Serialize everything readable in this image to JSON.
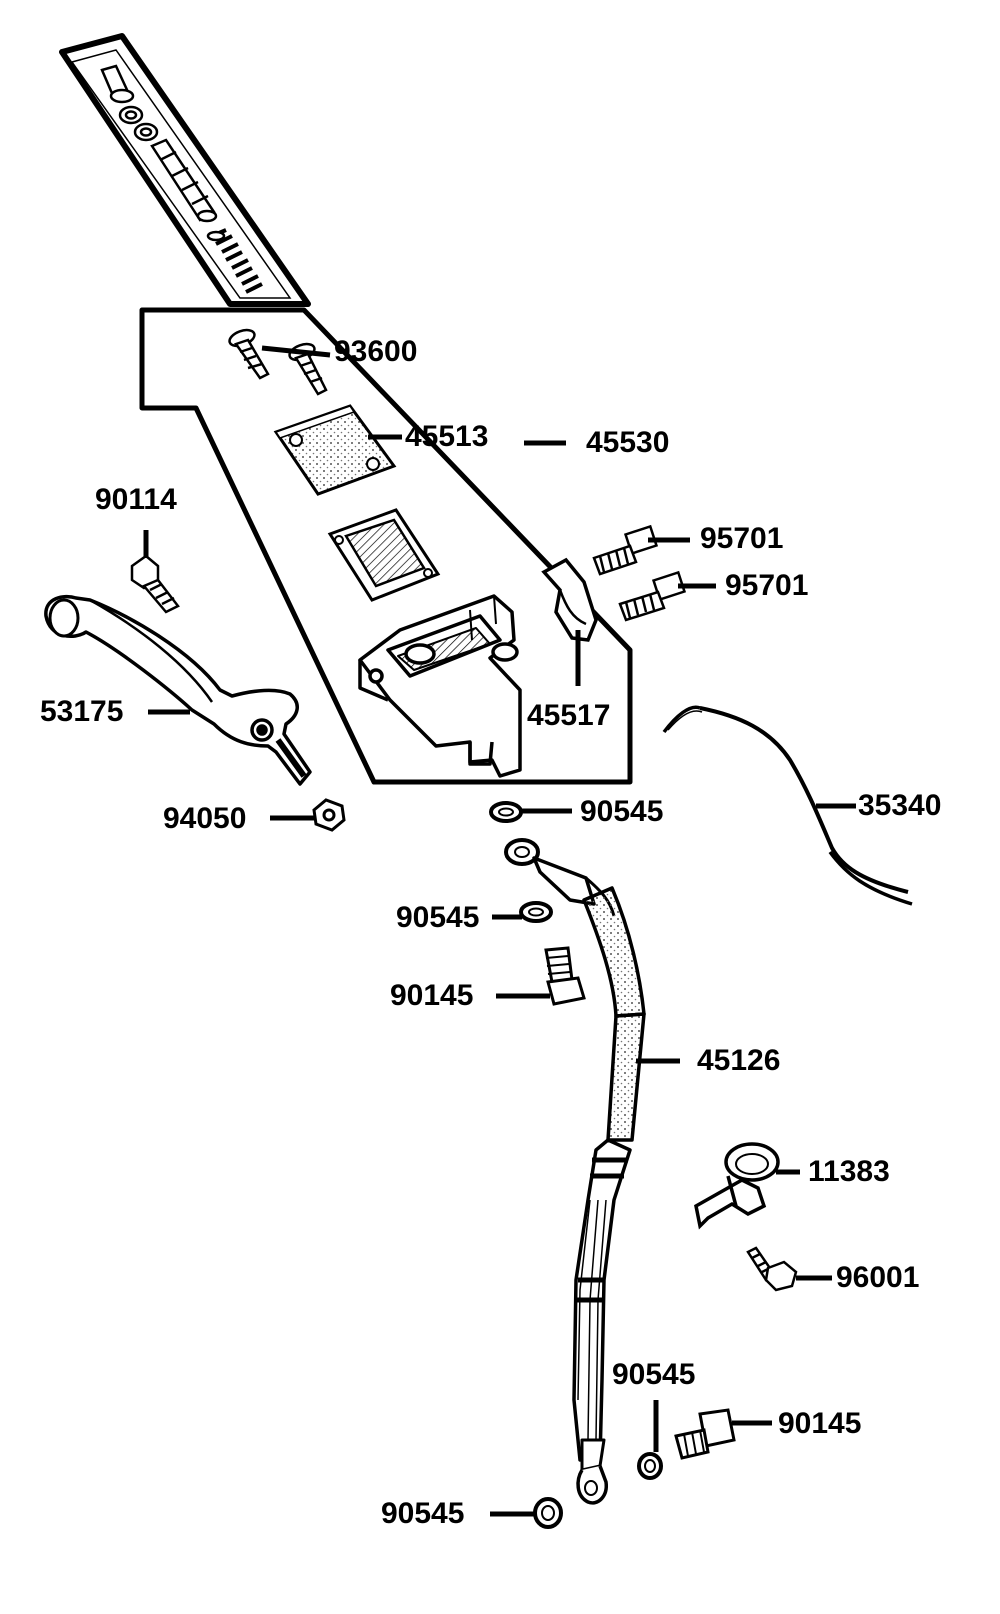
{
  "diagram": {
    "labels": {
      "l93600": "93600",
      "l45513": "45513",
      "l45530": "45530",
      "l90114": "90114",
      "l95701a": "95701",
      "l95701b": "95701",
      "l53175": "53175",
      "l45517": "45517",
      "l35340": "35340",
      "l94050": "94050",
      "l90545a": "90545",
      "l90545b": "90545",
      "l90145a": "90145",
      "l45126": "45126",
      "l11383": "11383",
      "l96001": "96001",
      "l90545c": "90545",
      "l90145b": "90145",
      "l90545d": "90545"
    }
  }
}
